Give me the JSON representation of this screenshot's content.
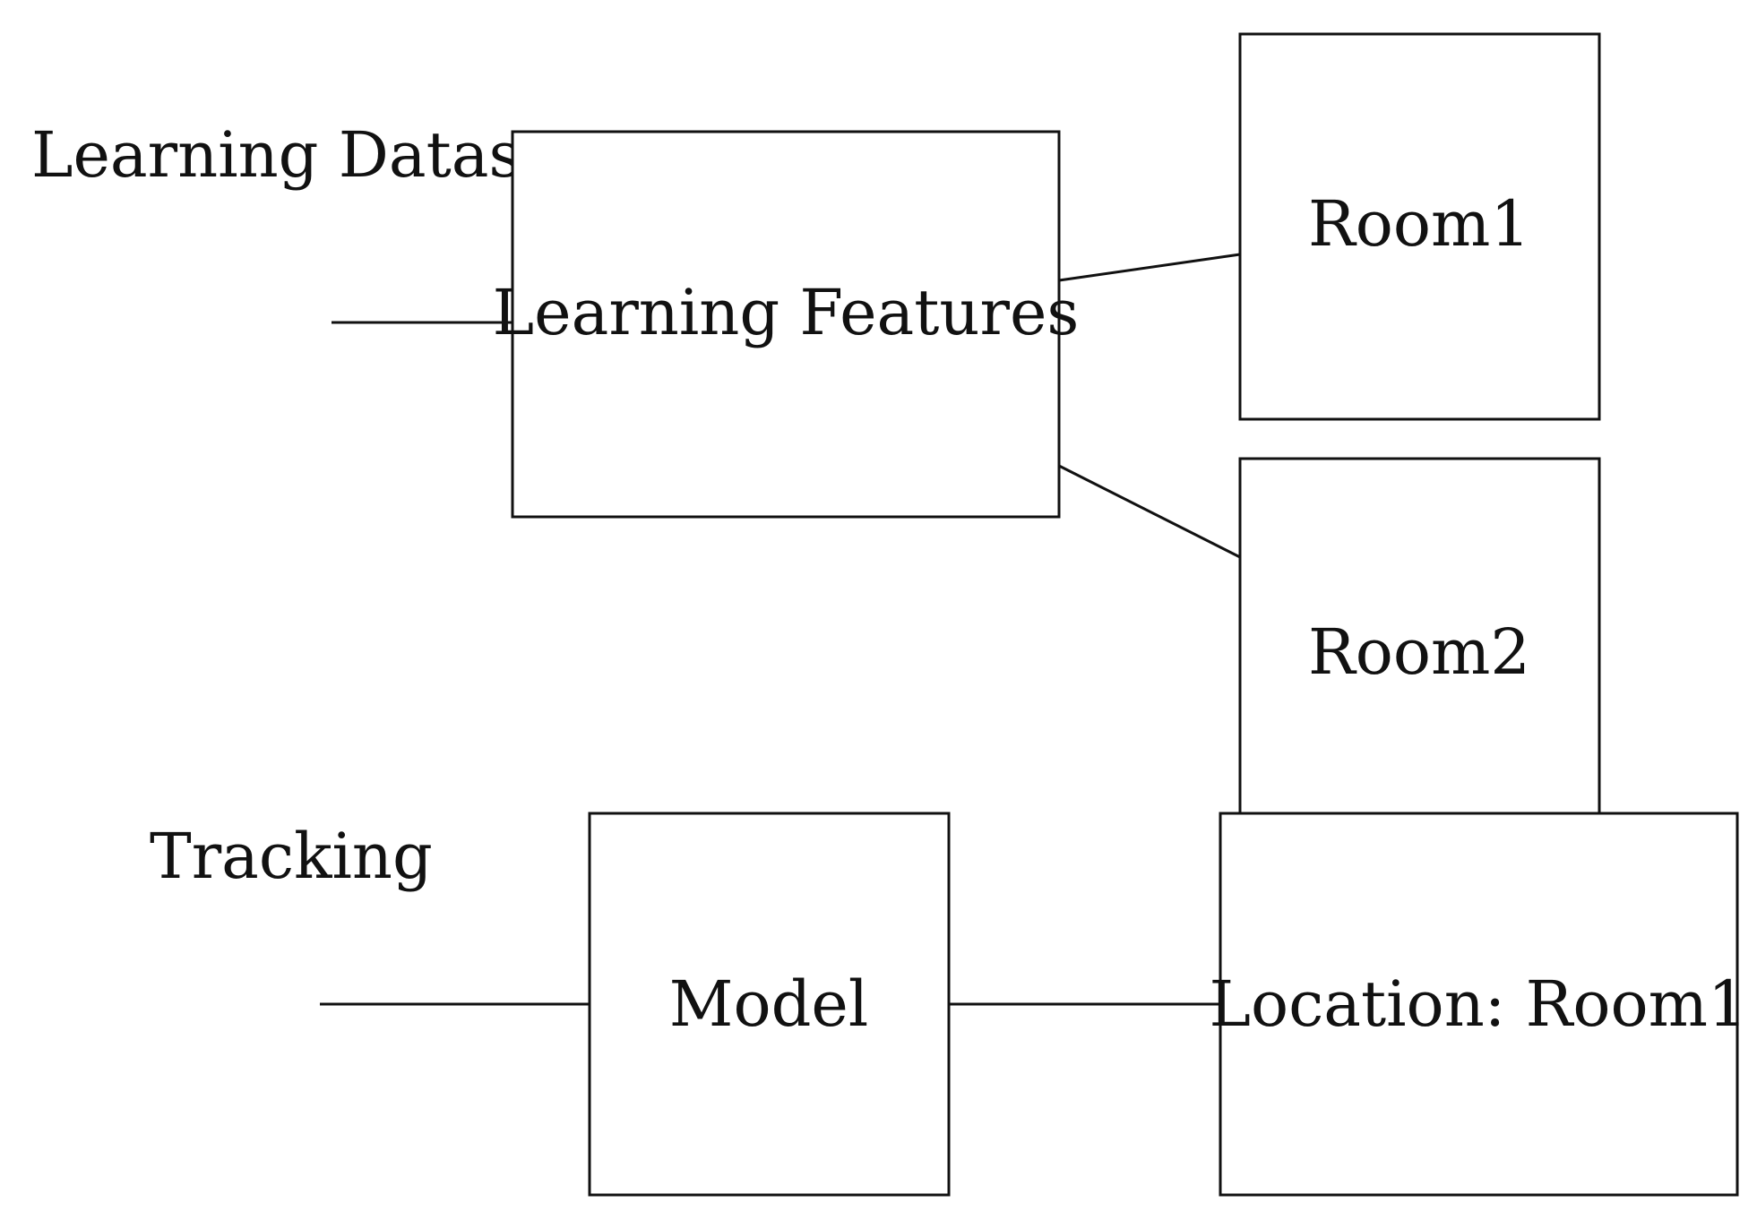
{
  "labels": {
    "learning_dataset": "Learning Dataset",
    "tracking": "Tracking"
  },
  "nodes": {
    "learning_features": "Learning Features",
    "room1": "Room1",
    "room2": "Room2",
    "model": "Model",
    "location": "Location: Room1"
  }
}
